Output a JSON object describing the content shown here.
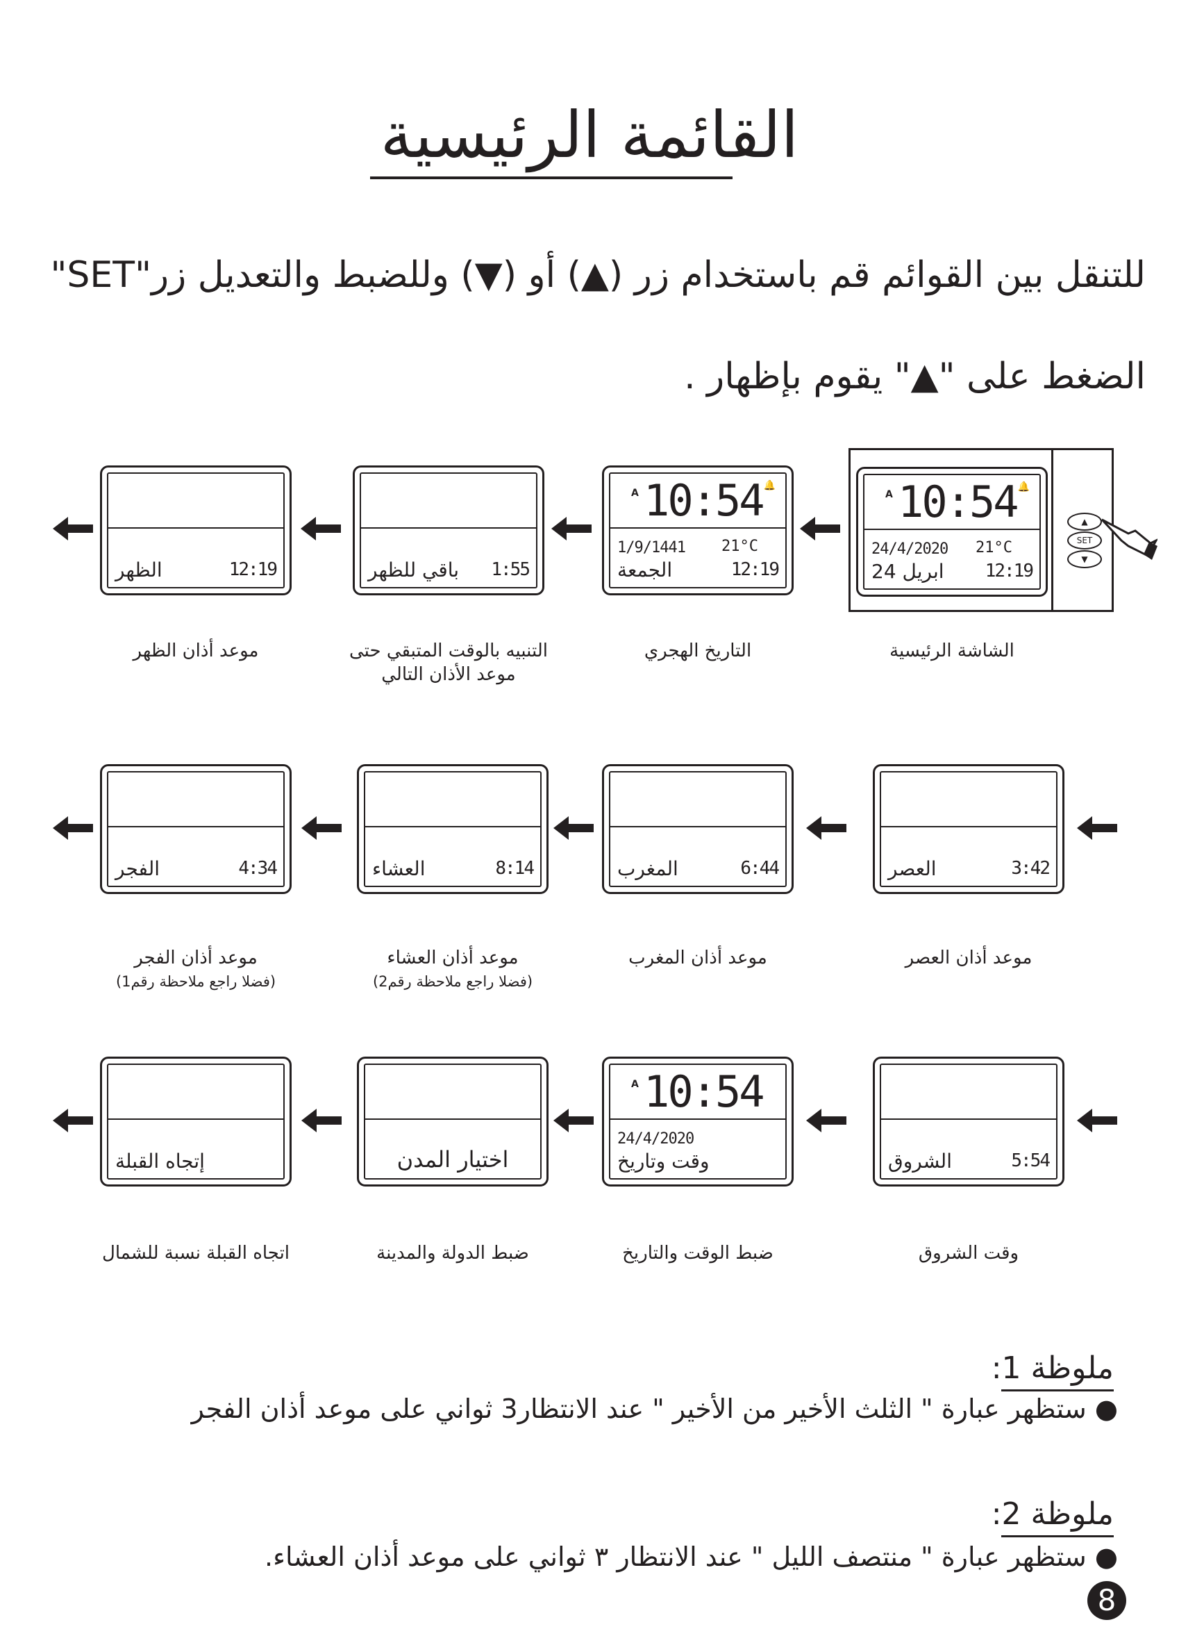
{
  "title": "القائمة الرئيسية",
  "intro": {
    "line1": "للتنقل بين القوائم قم باستخدام زر (▲) أو (▼) وللضبط والتعديل زر\"SET\"",
    "line2": "الضغط على \"▲\" يقوم بإظهار ."
  },
  "device_buttons": {
    "up": "▲",
    "set": "SET",
    "down": "▼"
  },
  "screens": [
    {
      "id": "main-screen",
      "caption": [
        "الشاشة الرئيسية"
      ],
      "top": {
        "am": "A",
        "time": "10:54"
      },
      "line1": "24/4/2020",
      "temp": "21°C",
      "label": "ابريل 24",
      "time": "12:19"
    },
    {
      "id": "hijri-date",
      "caption": [
        "التاريخ الهجري"
      ],
      "top": {
        "am": "A",
        "time": "10:54"
      },
      "line1": "1/9/1441",
      "temp": "21°C",
      "label": "الجمعة",
      "time": "12:19"
    },
    {
      "id": "remaining-time",
      "caption": [
        "التنبيه بالوقت المتبقي حتى",
        "موعد الأذان التالي"
      ],
      "label": "باقي للظهر",
      "time": "1:55"
    },
    {
      "id": "dhuhr",
      "caption": [
        "موعد أذان الظهر"
      ],
      "label": "الظهر",
      "time": "12:19"
    },
    {
      "id": "asr",
      "caption": [
        "موعد أذان العصر"
      ],
      "label": "العصر",
      "time": "3:42"
    },
    {
      "id": "maghrib",
      "caption": [
        "موعد أذان المغرب"
      ],
      "label": "المغرب",
      "time": "6:44"
    },
    {
      "id": "isha",
      "caption": [
        "موعد أذان العشاء",
        "(فضلا راجع ملاحظة رقم2)"
      ],
      "label": "العشاء",
      "time": "8:14"
    },
    {
      "id": "fajr",
      "caption": [
        "موعد أذان الفجر",
        "(فضلا راجع ملاحظة رقم1)"
      ],
      "label": "الفجر",
      "time": "4:34"
    },
    {
      "id": "sunrise",
      "caption": [
        "وقت الشروق"
      ],
      "label": "الشروق",
      "time": "5:54"
    },
    {
      "id": "set-time-date",
      "caption": [
        "ضبط الوقت والتاريخ"
      ],
      "top": {
        "am": "A",
        "time": "10:54"
      },
      "line1": "24/4/2020",
      "label": "وقت وتاريخ"
    },
    {
      "id": "city-select",
      "caption": [
        "ضبط الدولة والمدينة"
      ],
      "label": "اختيار المدن",
      "centered": true
    },
    {
      "id": "qibla",
      "caption": [
        "اتجاه القبلة نسبة للشمال"
      ],
      "label": "إتجاه القبلة"
    }
  ],
  "notes": [
    {
      "title": "ملوظة 1:",
      "text": "● ستظهر عبارة \" الثلث الأخير من الأخير \" عند الانتظار3 ثواني على موعد أذان الفجر"
    },
    {
      "title": "ملوظة 2:",
      "text": "● ستظهر عبارة \" منتصف الليل \" عند الانتظار ٣ ثواني على موعد أذان العشاء."
    }
  ],
  "page_number": "8"
}
